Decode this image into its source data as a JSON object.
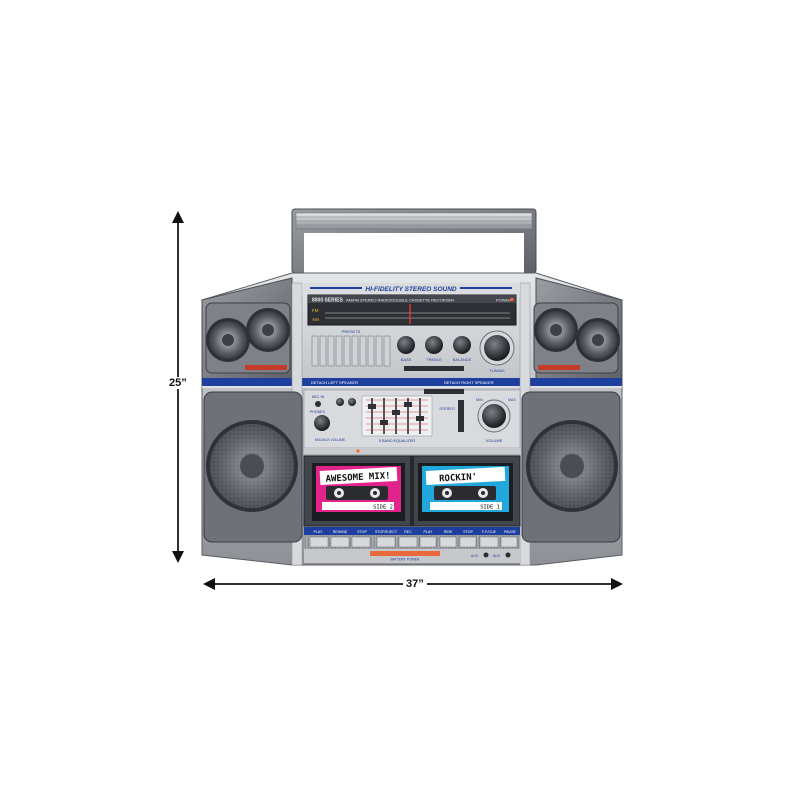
{
  "dimensions": {
    "height": "25”",
    "width": "37”"
  },
  "boombox": {
    "top_banner": "HI-FIDELITY STEREO SOUND",
    "model_badge": "8000 SERIES",
    "radio_caption": "AM/FM STEREO RADIO/DOUBLE CASSETTE RECORDER",
    "power_label": "POWER",
    "band_fm": "FM",
    "band_am": "AM",
    "presets_label": "PRESETS",
    "knob_labels": [
      "BASS",
      "TREBLE",
      "BALANCE"
    ],
    "tuning_label": "TUNING",
    "detach_left": "DETACH LEFT SPEAKER",
    "detach_right": "DETACH RIGHT SPEAKER",
    "mic_in": "MIC IN",
    "phones": "PHONES",
    "mic_vol": "MIC/AUX VOLUME",
    "mode_label": "STEREO",
    "volume_label": "VOLUME",
    "volume_min": "MIN",
    "volume_max": "MAX",
    "equalizer_label": "5 BAND EQUALIZER",
    "tape_left": {
      "title": "AWESOME MIX!",
      "side": "SIDE 2"
    },
    "tape_right": {
      "title": "ROCKIN'",
      "side": "SIDE 1"
    },
    "transport_buttons": [
      "PLAY",
      "REWIND",
      "STOP",
      "STOP/EJECT",
      "REC",
      "PLAY",
      "REW",
      "STOP",
      "F.F./CUE",
      "PAUSE"
    ],
    "battery_label": "BATTERY POWER",
    "aux_labels": [
      "AUX",
      "AUX"
    ]
  },
  "colors": {
    "body_silver": "#b9bcc0",
    "panel_dark": "#3f434a",
    "accent_blue": "#1f3f9e",
    "tape_left": "#e2238c",
    "tape_right": "#20a8dc"
  }
}
